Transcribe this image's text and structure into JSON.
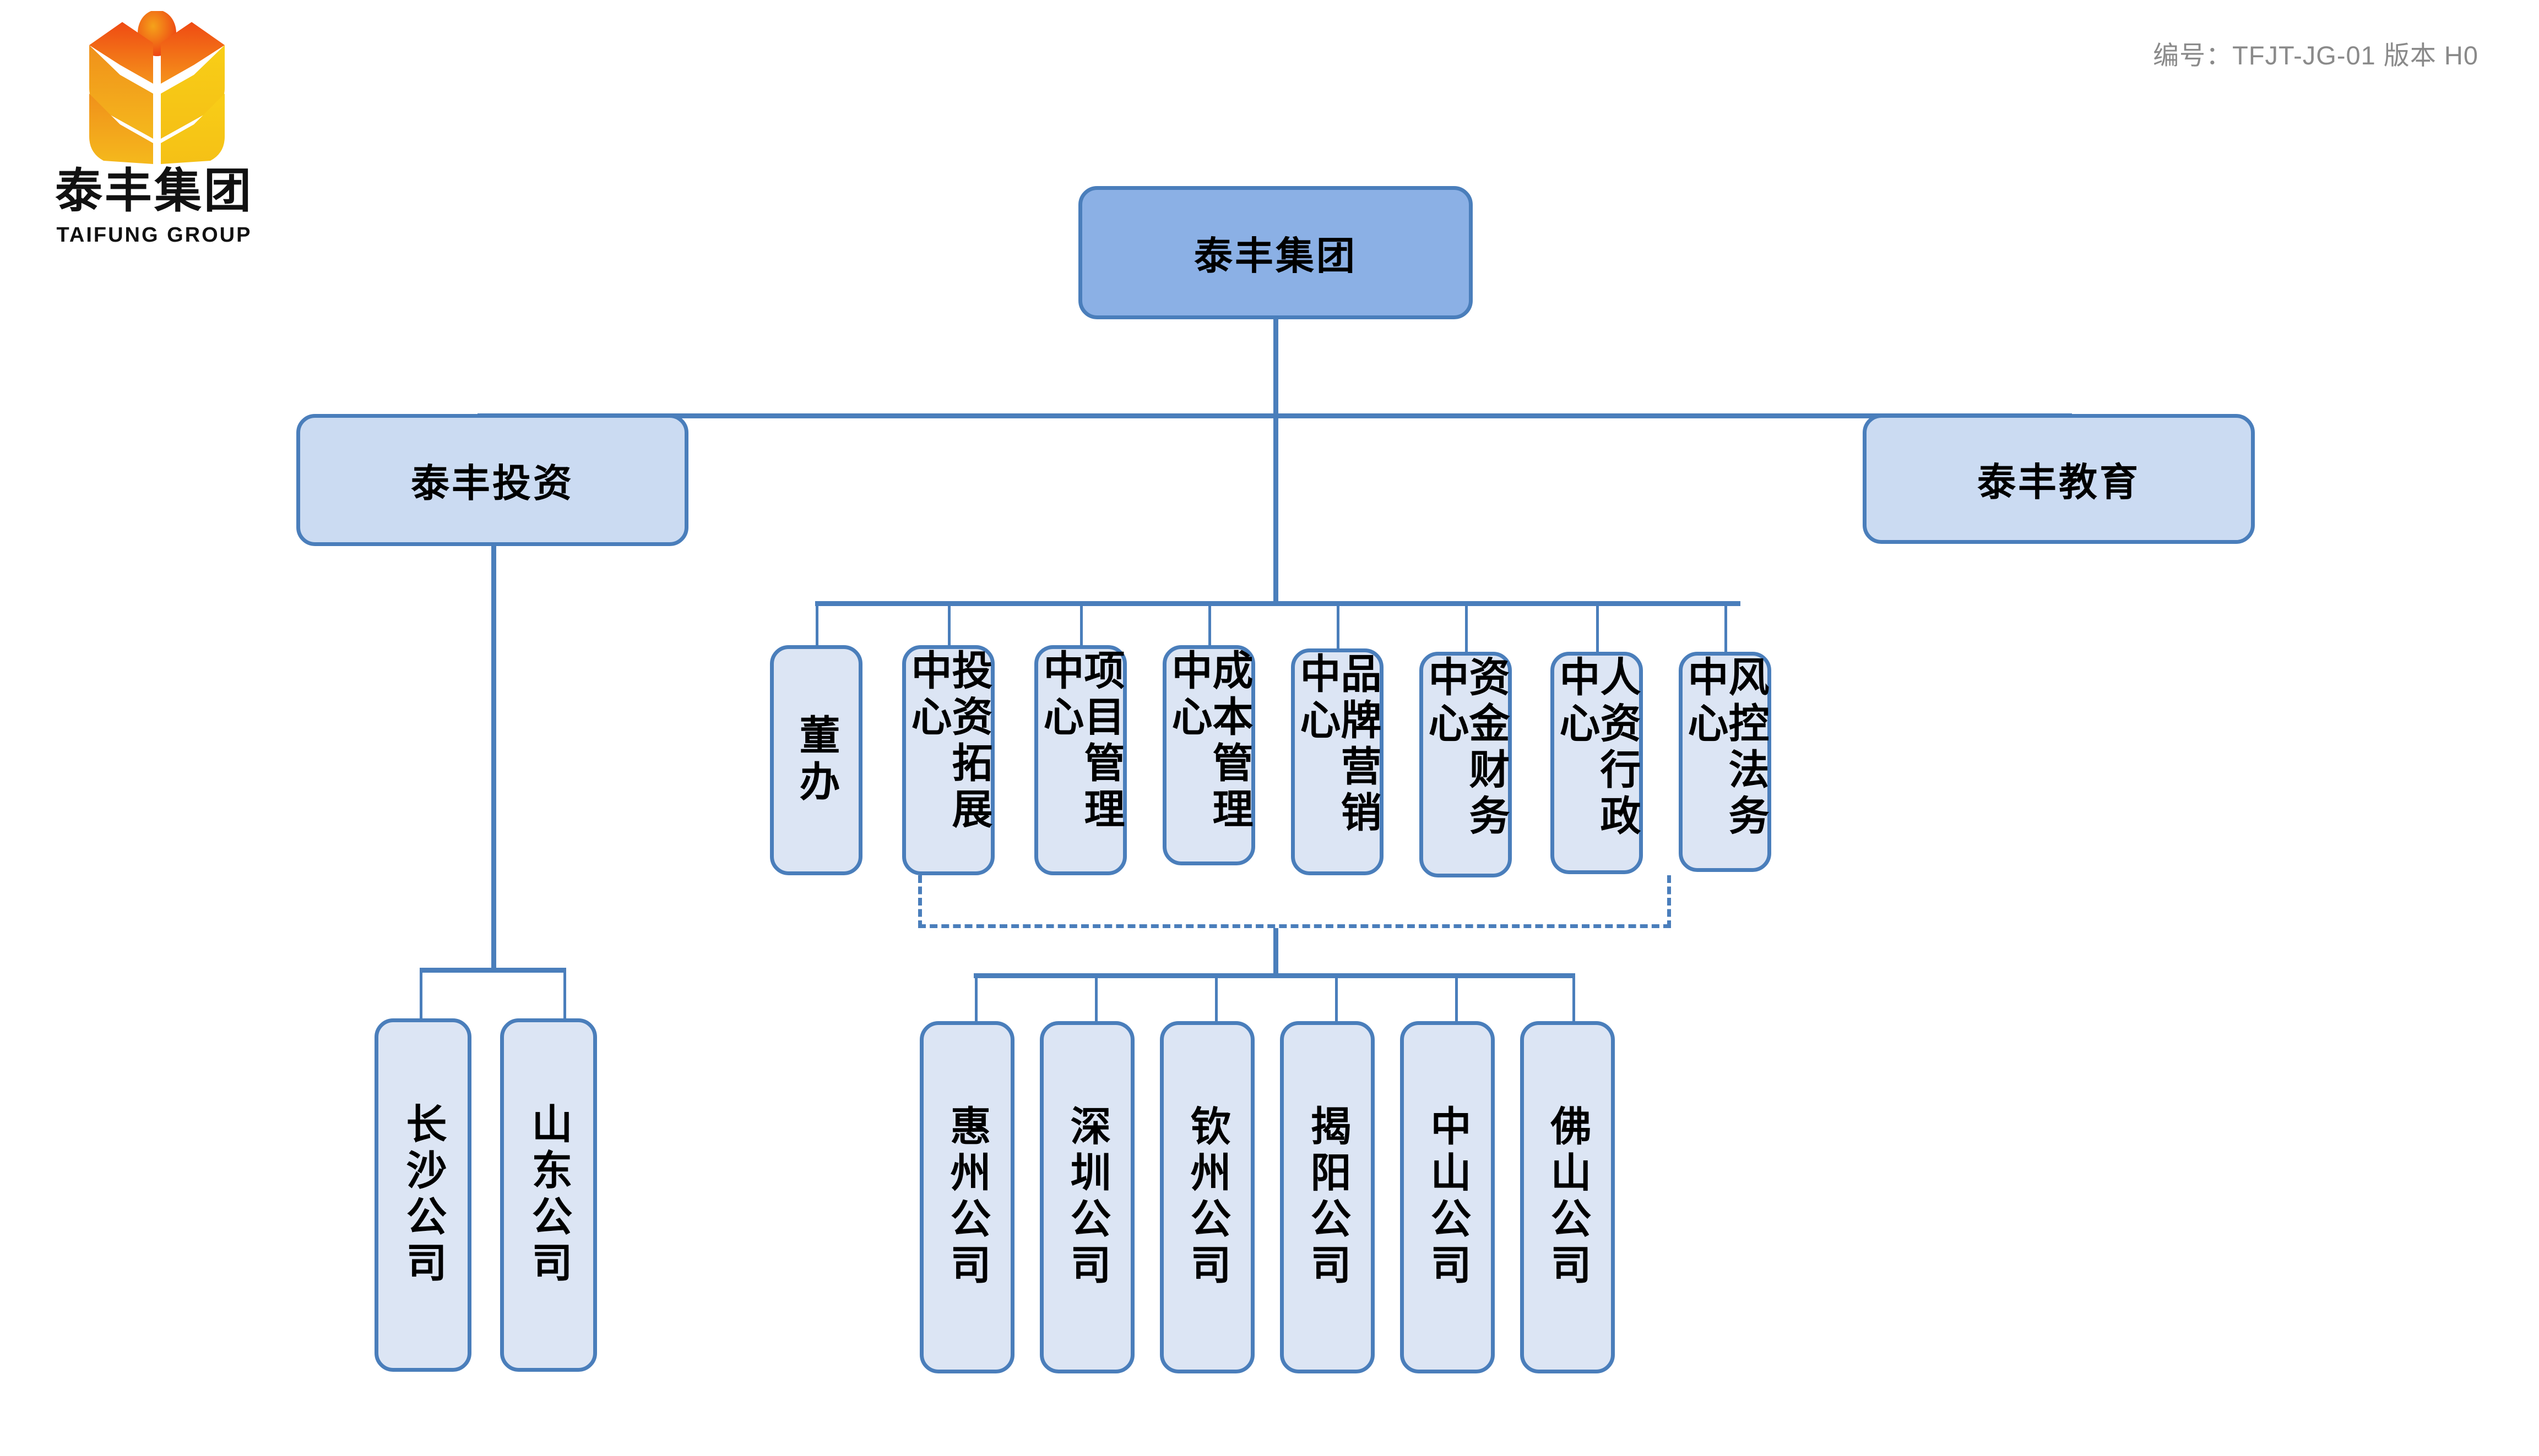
{
  "header": {
    "doc_code": "编号：TFJT-JG-01  版本 H0"
  },
  "logo": {
    "icon_name": "wheat-sprout-logo",
    "name_cn": "泰丰集团",
    "name_en": "TAIFUNG GROUP",
    "colors": {
      "red": "#E8411C",
      "orange": "#F08A1B",
      "yellow": "#F7C915"
    }
  },
  "colors": {
    "root_fill": "#8BB0E5",
    "level2_fill": "#CBDBF2",
    "node_fill": "#DCE5F4",
    "border": "#4A7EBB",
    "line": "#4A7EBB",
    "header_text": "#8a8a8a"
  },
  "chart_data": {
    "type": "org-chart",
    "title": "泰丰集团组织架构图",
    "root": "泰丰集团",
    "nodes": {
      "root": {
        "label": "泰丰集团",
        "level": 0
      },
      "level2": [
        {
          "label": "泰丰投资",
          "level": 1
        },
        {
          "label": "泰丰教育",
          "level": 1
        }
      ],
      "departments": [
        {
          "label": "董办"
        },
        {
          "label": "投资拓展中心"
        },
        {
          "label": "项目管理中心"
        },
        {
          "label": "成本管理中心"
        },
        {
          "label": "品牌营销中心"
        },
        {
          "label": "资金财务中心"
        },
        {
          "label": "人资行政中心"
        },
        {
          "label": "风控法务中心"
        }
      ],
      "investment_companies": [
        {
          "label": "长沙公司"
        },
        {
          "label": "山东公司"
        }
      ],
      "project_companies": [
        {
          "label": "惠州公司"
        },
        {
          "label": "深圳公司"
        },
        {
          "label": "钦州公司"
        },
        {
          "label": "揭阳公司"
        },
        {
          "label": "中山公司"
        },
        {
          "label": "佛山公司"
        }
      ]
    },
    "edges": [
      {
        "from": "泰丰集团",
        "to": "泰丰投资",
        "style": "solid"
      },
      {
        "from": "泰丰集团",
        "to": "泰丰教育",
        "style": "solid"
      },
      {
        "from": "泰丰集团",
        "to": "董办",
        "style": "solid"
      },
      {
        "from": "泰丰集团",
        "to": "投资拓展中心",
        "style": "solid"
      },
      {
        "from": "泰丰集团",
        "to": "项目管理中心",
        "style": "solid"
      },
      {
        "from": "泰丰集团",
        "to": "成本管理中心",
        "style": "solid"
      },
      {
        "from": "泰丰集团",
        "to": "品牌营销中心",
        "style": "solid"
      },
      {
        "from": "泰丰集团",
        "to": "资金财务中心",
        "style": "solid"
      },
      {
        "from": "泰丰集团",
        "to": "人资行政中心",
        "style": "solid"
      },
      {
        "from": "泰丰集团",
        "to": "风控法务中心",
        "style": "solid"
      },
      {
        "from": "泰丰投资",
        "to": "长沙公司",
        "style": "solid"
      },
      {
        "from": "泰丰投资",
        "to": "山东公司",
        "style": "solid"
      },
      {
        "from": "投资拓展中心…风控法务中心",
        "to": "惠州公司",
        "style": "dashed-group"
      },
      {
        "from": "投资拓展中心…风控法务中心",
        "to": "深圳公司",
        "style": "dashed-group"
      },
      {
        "from": "投资拓展中心…风控法务中心",
        "to": "钦州公司",
        "style": "dashed-group"
      },
      {
        "from": "投资拓展中心…风控法务中心",
        "to": "揭阳公司",
        "style": "dashed-group"
      },
      {
        "from": "投资拓展中心…风控法务中心",
        "to": "中山公司",
        "style": "dashed-group"
      },
      {
        "from": "投资拓展中心…风控法务中心",
        "to": "佛山公司",
        "style": "dashed-group"
      }
    ]
  }
}
